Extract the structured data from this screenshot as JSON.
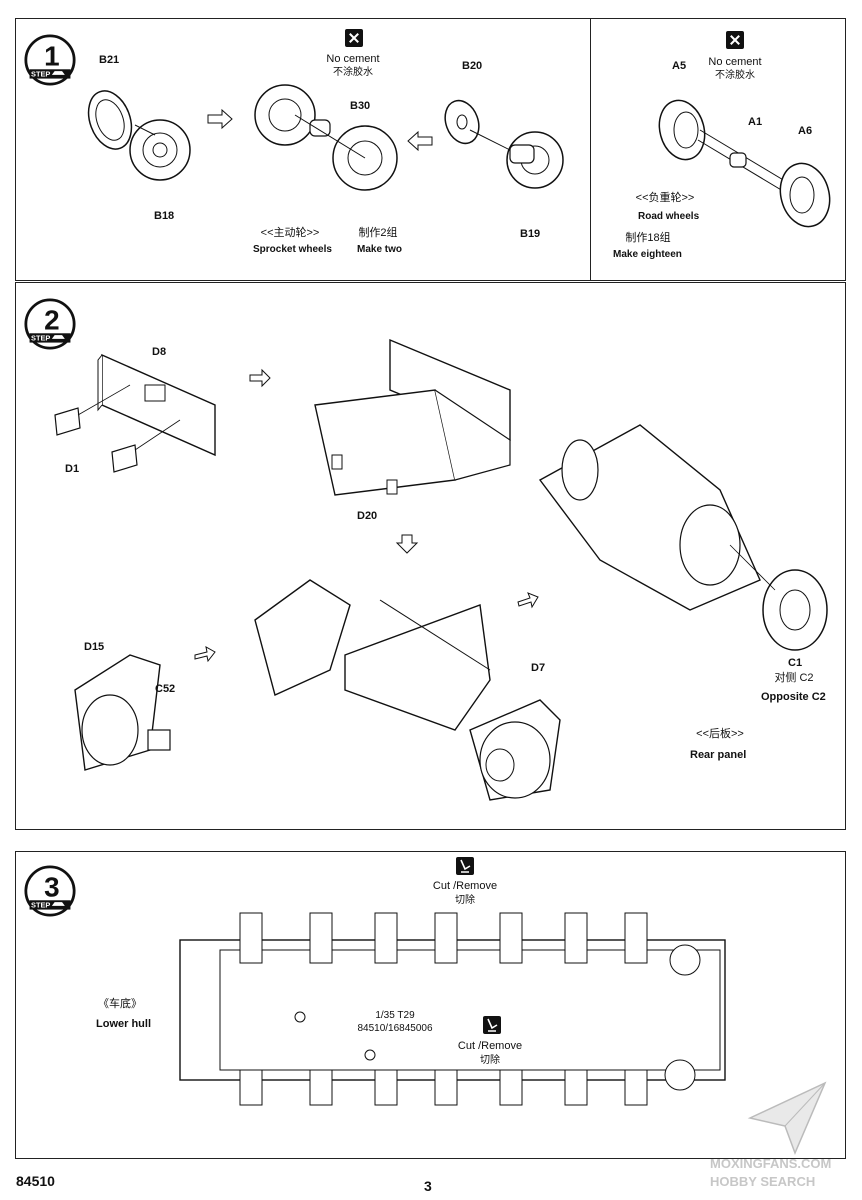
{
  "step1": {
    "number": "1",
    "step_word": "STEP",
    "parts": {
      "b21": "B21",
      "b18": "B18",
      "b20": "B20",
      "b19": "B19",
      "b30": "B30"
    },
    "no_cement_en": "No cement",
    "no_cement_zh": "不涂胶水",
    "title_zh": "<<主动轮>>",
    "title_en": "Sprocket wheels",
    "make_zh": "制作2组",
    "make_en": "Make two"
  },
  "step1b": {
    "parts": {
      "a5": "A5",
      "a1": "A1",
      "a6": "A6"
    },
    "no_cement_en": "No cement",
    "no_cement_zh": "不涂胶水",
    "title_zh": "<<负重轮>>",
    "title_en": "Road wheels",
    "make_zh": "制作18组",
    "make_en": "Make eighteen"
  },
  "step2": {
    "number": "2",
    "step_word": "STEP",
    "parts": {
      "d8": "D8",
      "d1": "D1",
      "d20": "D20",
      "d15": "D15",
      "c52": "C52",
      "d7": "D7",
      "c1": "C1"
    },
    "opposite_zh": "对侧 C2",
    "opposite_en": "Opposite C2",
    "rear_zh": "<<后板>>",
    "rear_en": "Rear panel"
  },
  "step3": {
    "number": "3",
    "step_word": "STEP",
    "cut_en": "Cut /Remove",
    "cut_zh": "切除",
    "cut2_en": "Cut /Remove",
    "cut2_zh": "切除",
    "hull_zh": "《车底》",
    "hull_en": "Lower hull",
    "hull_scale": "1/35  T29",
    "hull_code": "84510/16845006"
  },
  "footer": {
    "kit_number": "84510",
    "page_number": "3",
    "watermark1": "MOXINGFANS.COM",
    "watermark2": "HOBBY SEARCH"
  }
}
